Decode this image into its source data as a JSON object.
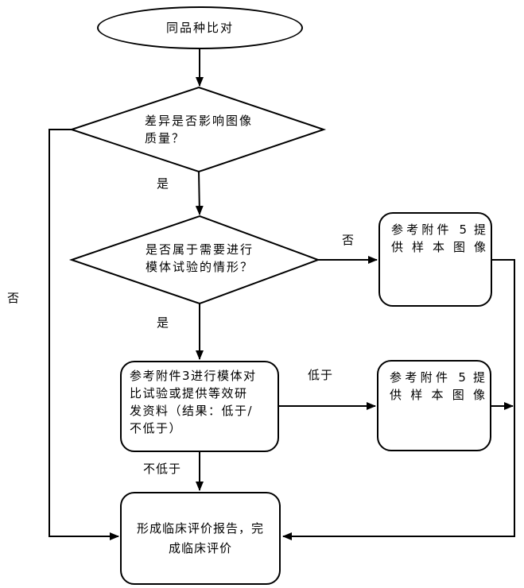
{
  "diagram": {
    "background": "#ffffff",
    "stroke": "#000000",
    "nodes": {
      "start": {
        "type": "terminator",
        "label": "同品种比对"
      },
      "decision_image_quality": {
        "type": "decision",
        "label": "差异是否影响图像\n质量？"
      },
      "decision_phantom_needed": {
        "type": "decision",
        "label": "是否属于需要进行\n模体试验的情形？"
      },
      "sample_image_upper": {
        "type": "process",
        "label": "参考附件 5 提\n供样本图像"
      },
      "phantom_comparison": {
        "type": "process",
        "label": "参考附件3进行模体对\n比试验或提供等效研\n发资料（结果：低于/\n不低于）"
      },
      "sample_image_lower": {
        "type": "process",
        "label": "参考附件 5 提\n供样本图像"
      },
      "final_evaluation": {
        "type": "process",
        "label": "形成临床评价报告，完\n成临床评价"
      }
    },
    "edge_labels": {
      "quality_yes": "是",
      "quality_no": "否",
      "phantom_yes": "是",
      "phantom_no": "否",
      "result_lower": "低于",
      "result_not_lower": "不低于"
    }
  }
}
